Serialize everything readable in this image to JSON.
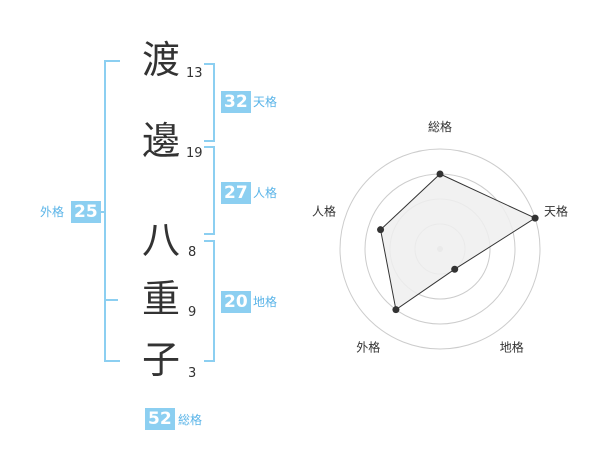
{
  "name": {
    "chars": [
      {
        "char": "渡",
        "strokes": "13"
      },
      {
        "char": "邊",
        "strokes": "19"
      },
      {
        "char": "八",
        "strokes": "8"
      },
      {
        "char": "重",
        "strokes": "9"
      },
      {
        "char": "子",
        "strokes": "3"
      }
    ]
  },
  "fortune": {
    "tenkaku": {
      "value": "32",
      "label": "天格"
    },
    "jinkaku": {
      "value": "27",
      "label": "人格"
    },
    "chikaku": {
      "value": "20",
      "label": "地格"
    },
    "gaikaku": {
      "value": "25",
      "label": "外格"
    },
    "soukaku": {
      "value": "52",
      "label": "総格"
    }
  },
  "colors": {
    "accent": "#8ccff1",
    "label_blue": "#5ab4e8",
    "radar_fill": "#eeeeee",
    "grid": "#cccccc"
  },
  "chart_data": {
    "type": "radar",
    "axes": [
      "総格",
      "天格",
      "地格",
      "外格",
      "人格"
    ],
    "levels": 4,
    "max": 4,
    "values": [
      3,
      4,
      1,
      3,
      2.5
    ]
  }
}
